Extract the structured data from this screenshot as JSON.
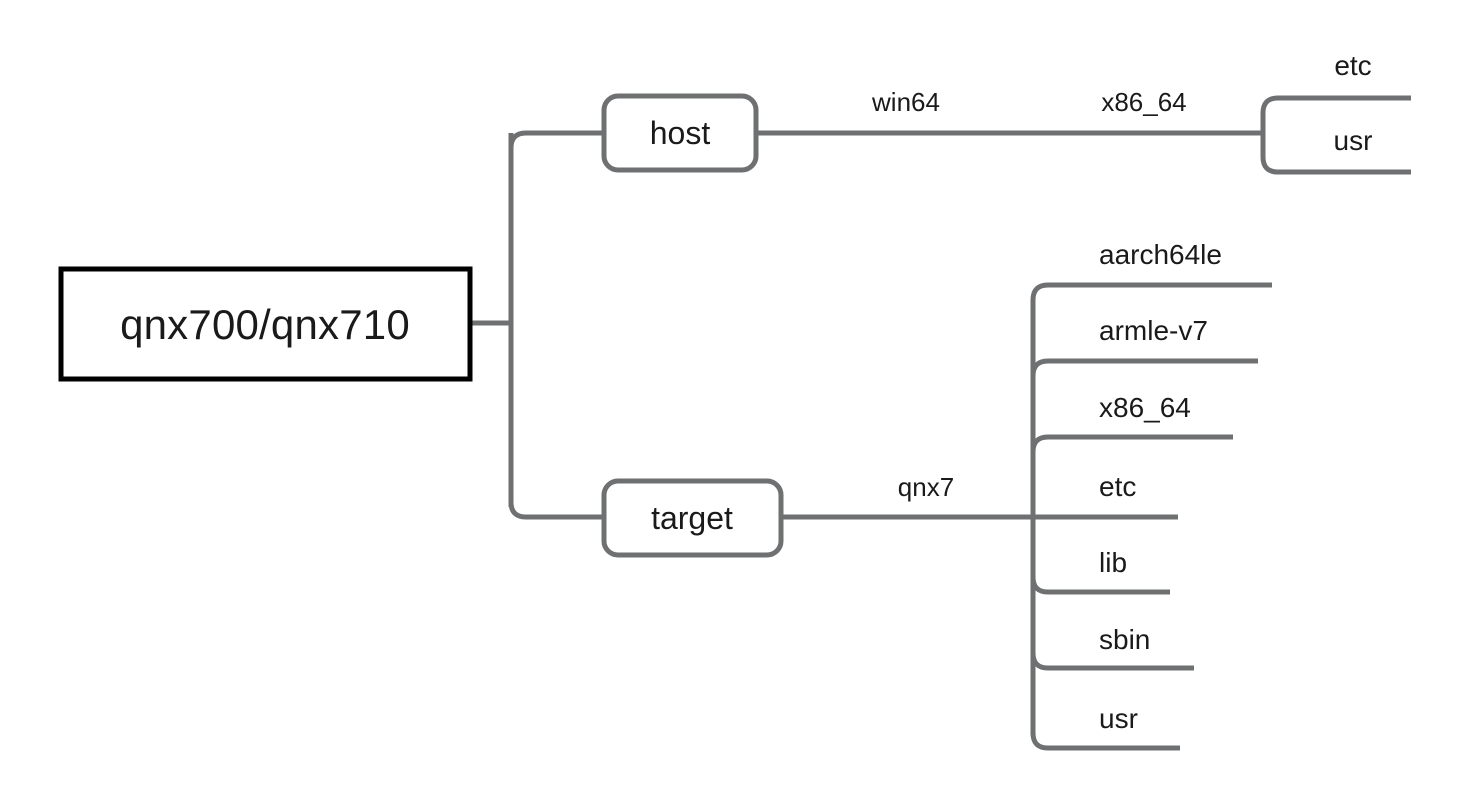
{
  "diagram": {
    "type": "tree-directory-structure",
    "title_node": "qnx700/qnx710",
    "colors": {
      "root_border": "#000000",
      "branch_border": "#6e7072",
      "connector": "#6e7072",
      "text": "#1a1a1a",
      "background": "#ffffff"
    },
    "root": {
      "label": "qnx700/qnx710"
    },
    "branches": [
      {
        "label": "host",
        "edges": [
          "win64",
          "x86_64"
        ],
        "leaves": [
          "etc",
          "usr"
        ]
      },
      {
        "label": "target",
        "edges": [
          "qnx7"
        ],
        "leaves": [
          "aarch64le",
          "armle-v7",
          "x86_64",
          "etc",
          "lib",
          "sbin",
          "usr"
        ]
      }
    ],
    "edge_labels": {
      "win64": "win64",
      "x86_64": "x86_64",
      "qnx7": "qnx7"
    },
    "host_leaves": {
      "etc": "etc",
      "usr": "usr"
    },
    "target_leaves": {
      "aarch64le": "aarch64le",
      "armle_v7": "armle-v7",
      "x86_64": "x86_64",
      "etc": "etc",
      "lib": "lib",
      "sbin": "sbin",
      "usr": "usr"
    }
  }
}
